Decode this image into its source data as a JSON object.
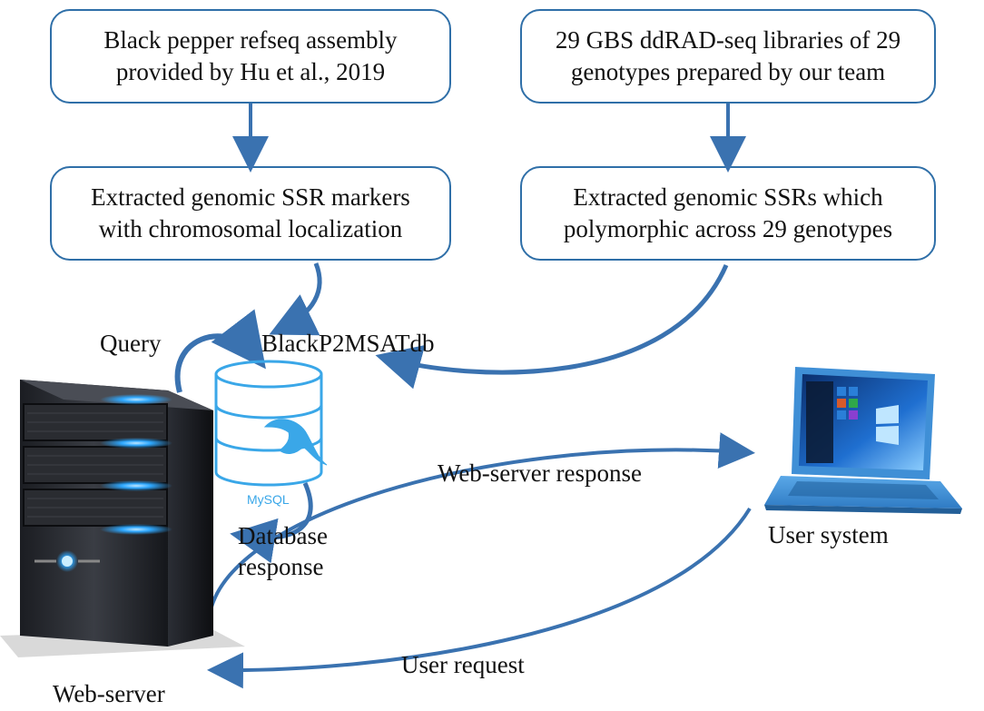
{
  "boxes": {
    "refseq": "Black pepper refseq assembly\nprovided by Hu et al., 2019",
    "gbs": "29 GBS ddRAD-seq libraries of 29\ngenotypes prepared by our team",
    "extracted_markers": "Extracted genomic SSR markers\nwith chromosomal localization",
    "extracted_polymorphic": "Extracted genomic SSRs which\npolymorphic across 29 genotypes"
  },
  "labels": {
    "query": "Query",
    "database_name": "BlackP2MSATdb",
    "db_logo": "MySQL",
    "database_response_line1": "Database",
    "database_response_line2": "response",
    "web_server_response": "Web-server response",
    "user_system": "User system",
    "user_request": "User request",
    "web_server": "Web-server"
  },
  "icons": {
    "server": "server-tower-icon",
    "database": "mysql-database-icon",
    "laptop": "laptop-icon"
  },
  "colors": {
    "box_border": "#2f6fa8",
    "arrow": "#3a72b0",
    "server_glow": "#2ea8ff",
    "laptop_body": "#3f8fd6"
  }
}
